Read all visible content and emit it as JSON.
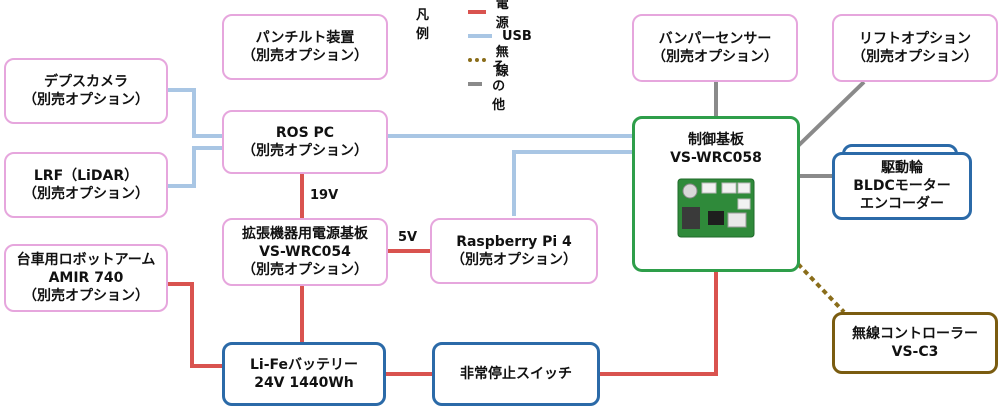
{
  "legend": {
    "title": "凡例",
    "items": [
      {
        "label": "電源",
        "color": "#d9534f",
        "style": "solid"
      },
      {
        "label": "USB",
        "color": "#a9c6e4",
        "style": "solid"
      },
      {
        "label": "無線",
        "color": "#8a6d1a",
        "style": "dotted"
      },
      {
        "label": "その他",
        "color": "#8a8a8a",
        "style": "solid"
      }
    ]
  },
  "nodes": {
    "pantilt": {
      "line1": "パンチルト装置",
      "line2": "（別売オプション）"
    },
    "depth": {
      "line1": "デプスカメラ",
      "line2": "（別売オプション）"
    },
    "rospc": {
      "line1": "ROS PC",
      "line2": "（別売オプション）"
    },
    "lrf": {
      "line1": "LRF（LiDAR）",
      "line2": "（別売オプション）"
    },
    "expansion": {
      "line1": "拡張機器用電源基板",
      "line2": "VS-WRC054",
      "line3": "（別売オプション）"
    },
    "raspi": {
      "line1": "Raspberry Pi 4",
      "line2": "（別売オプション）"
    },
    "arm": {
      "line1": "台車用ロボットアーム",
      "line2": "AMIR 740",
      "line3": "（別売オプション）"
    },
    "battery": {
      "line1": "Li-Feバッテリー",
      "line2": "24V 1440Wh"
    },
    "estop": {
      "line1": "非常停止スイッチ"
    },
    "controller": {
      "line1": "制御基板",
      "line2": "VS-WRC058"
    },
    "bumper": {
      "line1": "バンパーセンサー",
      "line2": "（別売オプション）"
    },
    "lift": {
      "line1": "リフトオプション",
      "line2": "（別売オプション）"
    },
    "wheel": {
      "line1": "駆動輪",
      "line2": "BLDCモーター",
      "line3": "エンコーダー"
    },
    "wireless": {
      "line1": "無線コントローラー",
      "line2": "VS-C3"
    }
  },
  "labels": {
    "v19": "19V",
    "v5": "5V"
  }
}
